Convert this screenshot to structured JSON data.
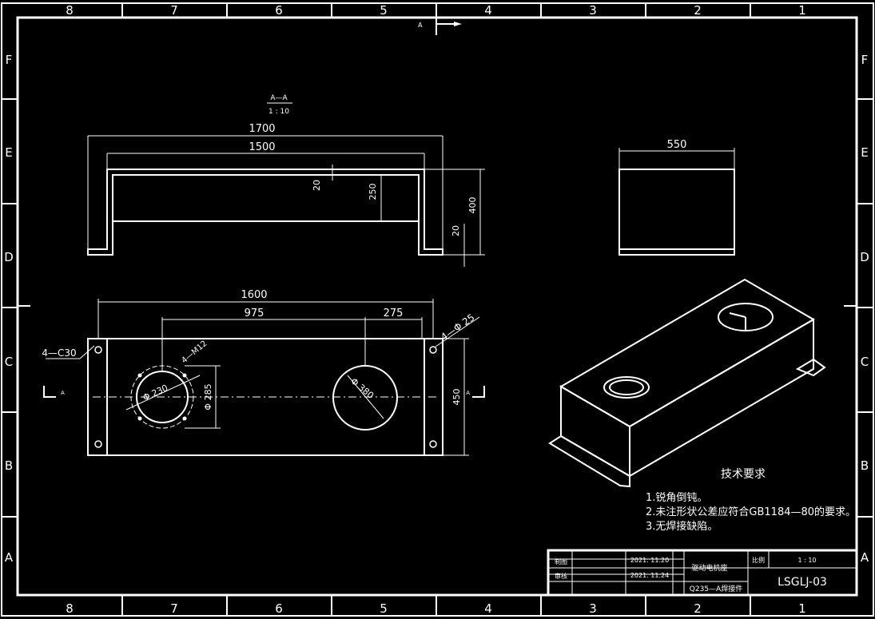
{
  "border": {
    "columns": [
      "8",
      "7",
      "6",
      "5",
      "4",
      "3",
      "2",
      "1"
    ],
    "rows": [
      "F",
      "E",
      "D",
      "C",
      "B",
      "A"
    ]
  },
  "section_marker": "A",
  "section_view": {
    "title": "A—A",
    "scale": "1 : 10",
    "dims": {
      "overall_width": "1700",
      "inner_width": "1500",
      "wall": "20",
      "inner_height": "250",
      "total_height": "400",
      "foot": "20"
    }
  },
  "side_view": {
    "dims": {
      "width": "550"
    }
  },
  "top_view": {
    "dims": {
      "length": "1600",
      "hole_spacing": "975",
      "offset": "275",
      "chamfer": "4—C30",
      "corner_holes": "4—Φ 25",
      "width": "450",
      "small_bore": "Φ 230",
      "bolt_circle": "Φ 285",
      "tapped": "4—M12",
      "large_bore": "Φ 380"
    },
    "section_label_left": "A",
    "section_label_right": "A"
  },
  "notes": {
    "title": "技术要求",
    "items": [
      "1.锐角倒钝。",
      "2.未注形状公差应符合GB1184—80的要求。",
      "3.无焊接缺陷。"
    ]
  },
  "title_block": {
    "drawn_label": "制图",
    "checked_label": "审核",
    "drawn_date": "2021. 11.20",
    "checked_date": "2021. 11.24",
    "part_name": "驱动电机座",
    "material": "Q235—A焊接件",
    "scale_label": "比例",
    "scale_value": "1 : 10",
    "drawing_number": "LSGLJ-03"
  }
}
